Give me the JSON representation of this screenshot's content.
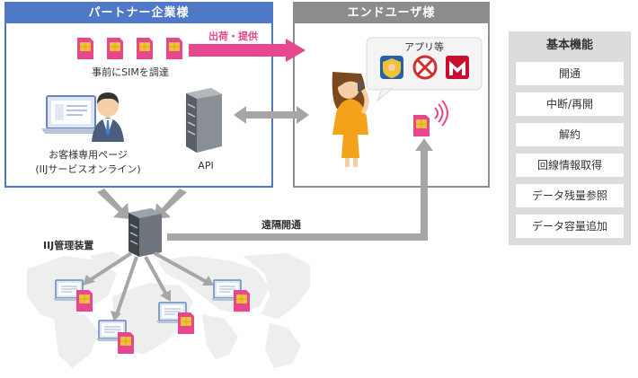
{
  "partner": {
    "title": "パートナー企業様",
    "sim_caption": "事前にSIMを調達",
    "customer_page_line1": "お客様専用ページ",
    "customer_page_line2": "(IIJサービスオンライン)",
    "api_label": "API"
  },
  "enduser": {
    "title": "エンドユーザ様",
    "apps_label": "アプリ等"
  },
  "ship_label": "出荷・提供",
  "remote_label": "遠隔開通",
  "iij_label": "IIJ管理装置",
  "features": {
    "title": "基本機能",
    "items": [
      "開通",
      "中断/再開",
      "解約",
      "回線情報取得",
      "データ残量参照",
      "データ容量追加"
    ]
  },
  "colors": {
    "partner": "#4f78c6",
    "enduser": "#8c8c8c",
    "ship_arrow": "#e8468f",
    "sim": "#e8468f",
    "sim_chip": "#f0c23a",
    "arrow_gray": "#a6a6a6"
  }
}
